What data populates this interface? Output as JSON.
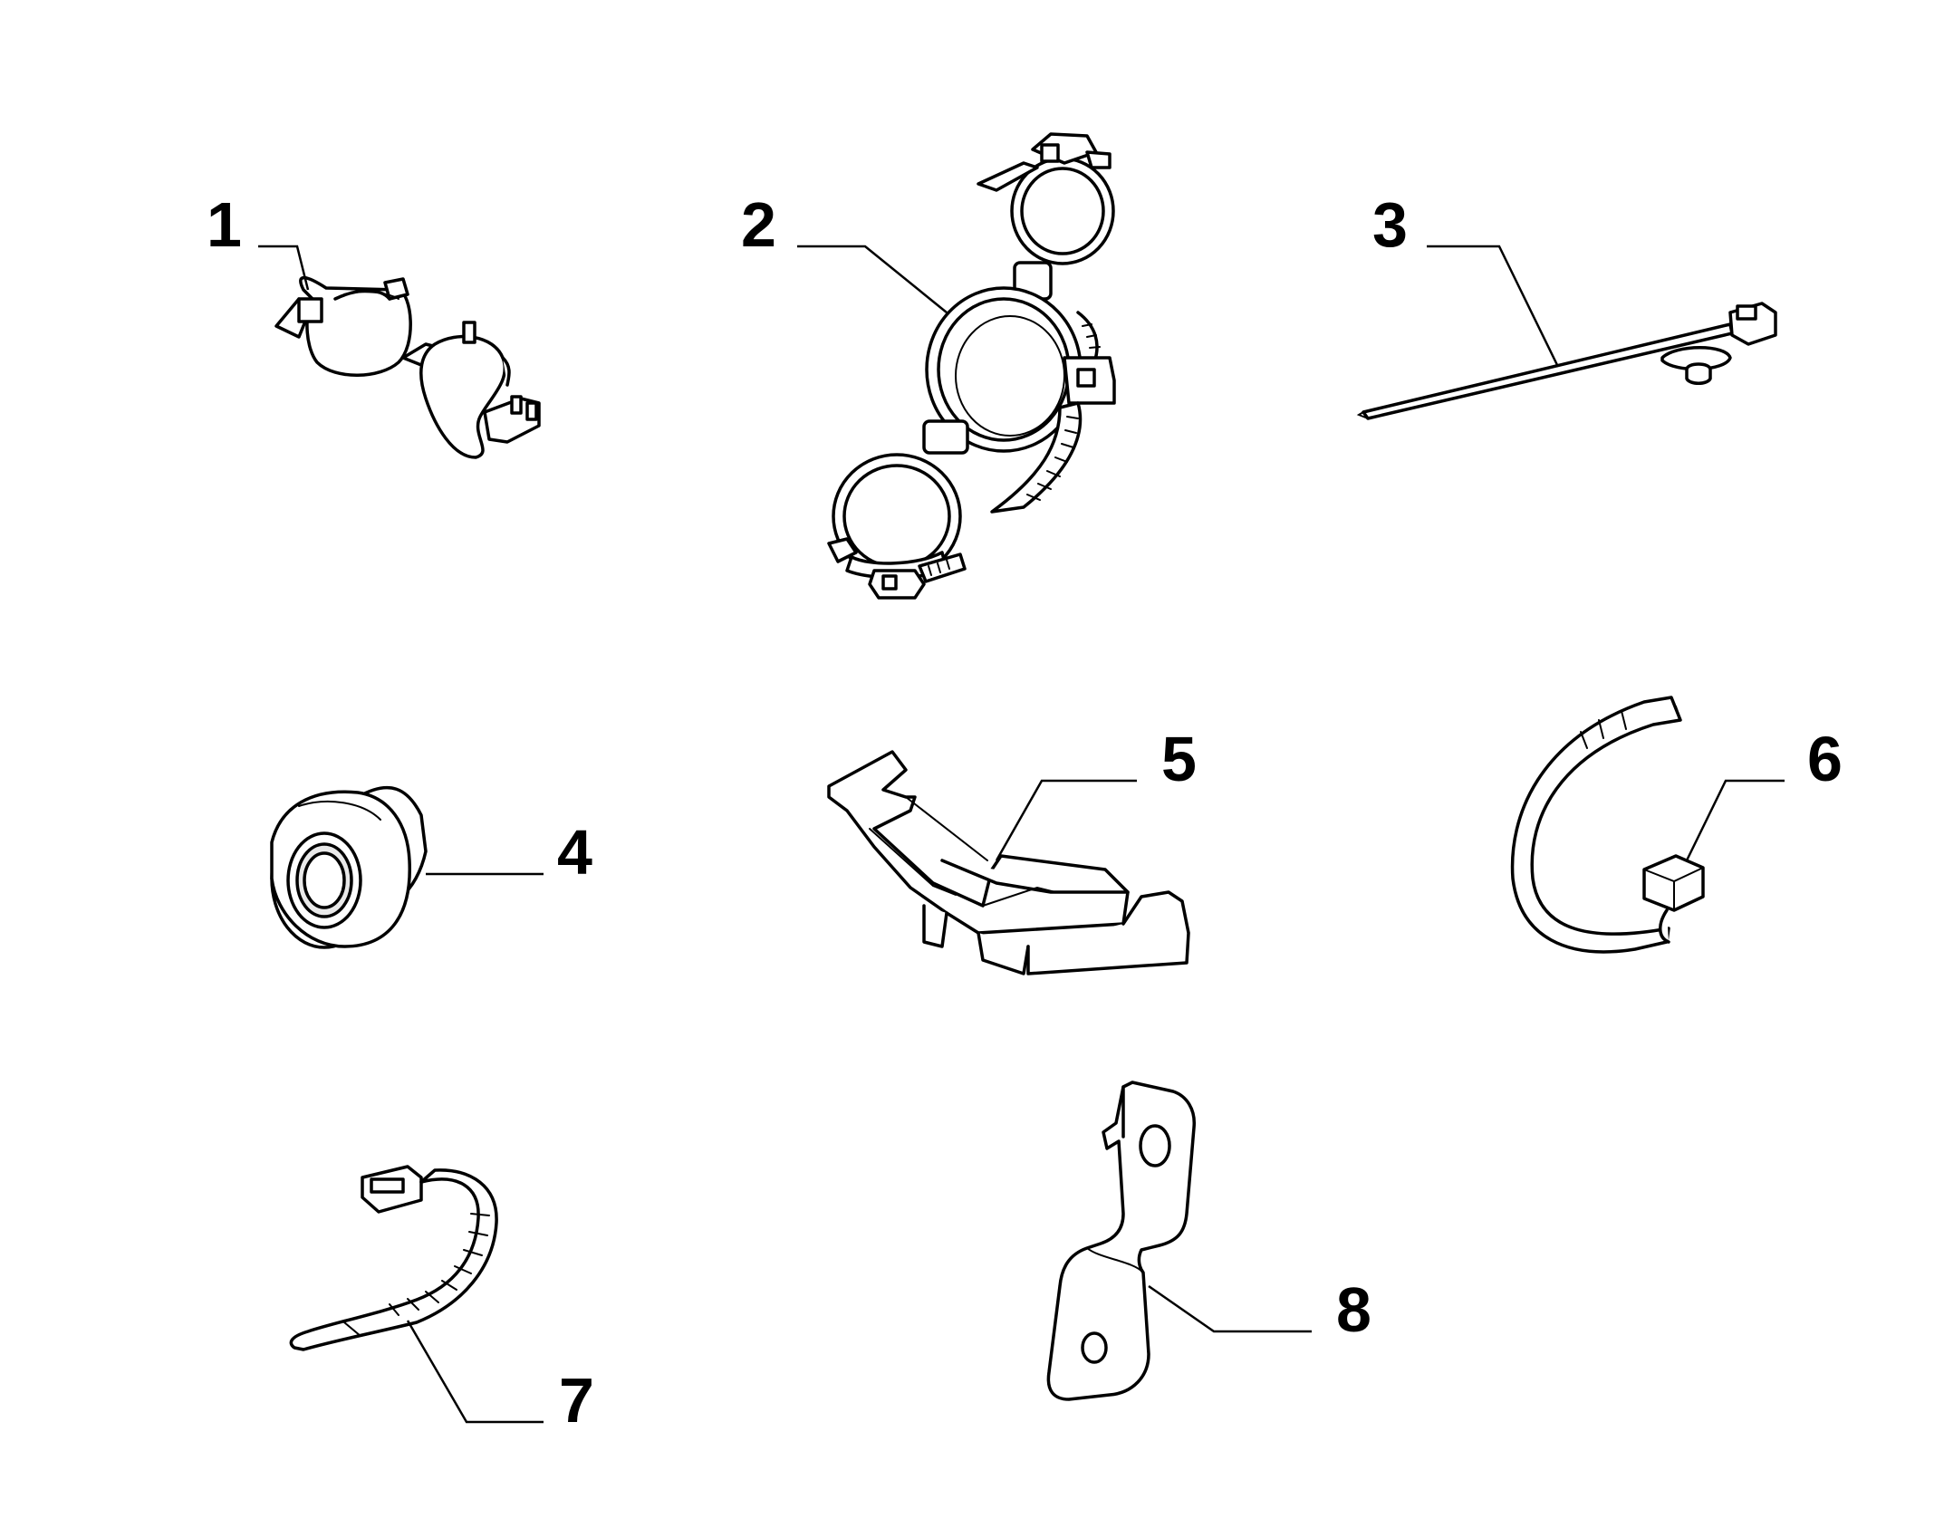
{
  "callouts": [
    {
      "id": "1",
      "label": "1"
    },
    {
      "id": "2",
      "label": "2"
    },
    {
      "id": "3",
      "label": "3"
    },
    {
      "id": "4",
      "label": "4"
    },
    {
      "id": "5",
      "label": "5"
    },
    {
      "id": "6",
      "label": "6"
    },
    {
      "id": "7",
      "label": "7"
    },
    {
      "id": "8",
      "label": "8"
    }
  ],
  "parts": [
    {
      "ref": "1",
      "icon": "double-hose-clip-icon"
    },
    {
      "ref": "2",
      "icon": "triple-pipe-clamp-icon"
    },
    {
      "ref": "3",
      "icon": "cable-tie-with-push-mount-icon"
    },
    {
      "ref": "4",
      "icon": "rubber-grommet-icon"
    },
    {
      "ref": "5",
      "icon": "wiring-guide-bracket-icon"
    },
    {
      "ref": "6",
      "icon": "cable-tie-loop-icon"
    },
    {
      "ref": "7",
      "icon": "cable-tie-strap-icon"
    },
    {
      "ref": "8",
      "icon": "mounting-bracket-icon"
    }
  ]
}
